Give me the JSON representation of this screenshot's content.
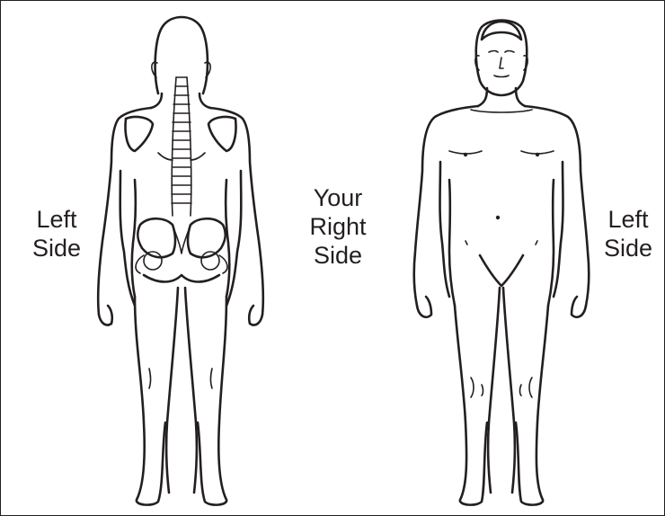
{
  "labels": {
    "back_left": [
      "Left",
      "Side"
    ],
    "center_right": [
      "Your",
      "Right",
      "Side"
    ],
    "front_left": [
      "Left",
      "Side"
    ]
  },
  "figures": {
    "back": {
      "view": "posterior",
      "icon": "body-back-icon"
    },
    "front": {
      "view": "anterior",
      "icon": "body-front-icon"
    }
  },
  "colors": {
    "ink": "#231f20",
    "background": "#ffffff"
  }
}
